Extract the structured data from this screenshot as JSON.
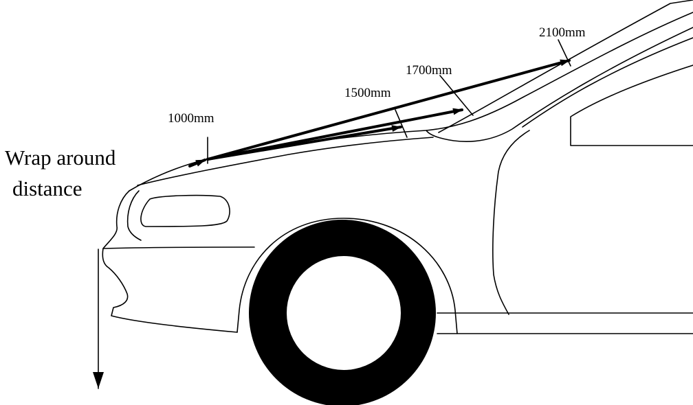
{
  "caption": {
    "line1": "Wrap around",
    "line2": "distance"
  },
  "measurements": [
    {
      "label": "1000mm"
    },
    {
      "label": "1500mm"
    },
    {
      "label": "1700mm"
    },
    {
      "label": "2100mm"
    }
  ],
  "colors": {
    "stroke": "#000000",
    "tire": "#000000",
    "background": "#ffffff"
  }
}
